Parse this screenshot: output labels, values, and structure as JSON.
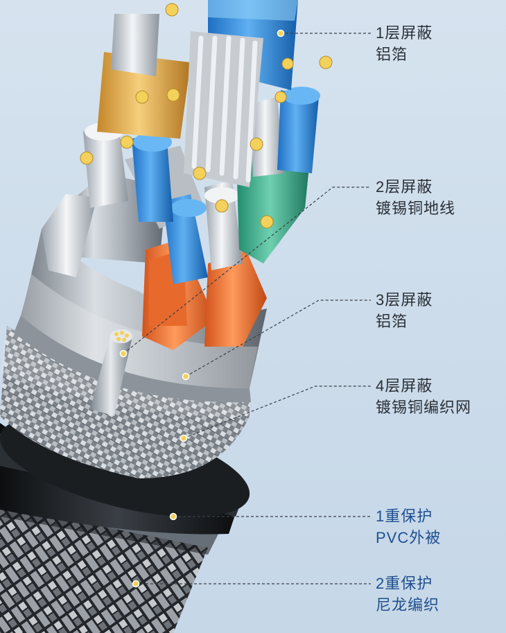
{
  "colors": {
    "dark_text": "#2a2f36",
    "blue_text": "#1f4f8e",
    "leader_line": "#3a3f47",
    "dot": "#f3d15a",
    "background": "#cfdeec"
  },
  "callouts": [
    {
      "id": "layer1",
      "line1": "1层屏蔽",
      "line2": "铝箔",
      "style": "dark"
    },
    {
      "id": "layer2",
      "line1": "2层屏蔽",
      "line2": "镀锡铜地线",
      "style": "dark"
    },
    {
      "id": "layer3",
      "line1": "3层屏蔽",
      "line2": "铝箔",
      "style": "dark"
    },
    {
      "id": "layer4",
      "line1": "4层屏蔽",
      "line2": "镀锡铜编织网",
      "style": "dark"
    },
    {
      "id": "protect1",
      "line1": "1重保护",
      "line2": "PVC外被",
      "style": "blue"
    },
    {
      "id": "protect2",
      "line1": "2重保护",
      "line2": "尼龙编织",
      "style": "blue"
    }
  ]
}
